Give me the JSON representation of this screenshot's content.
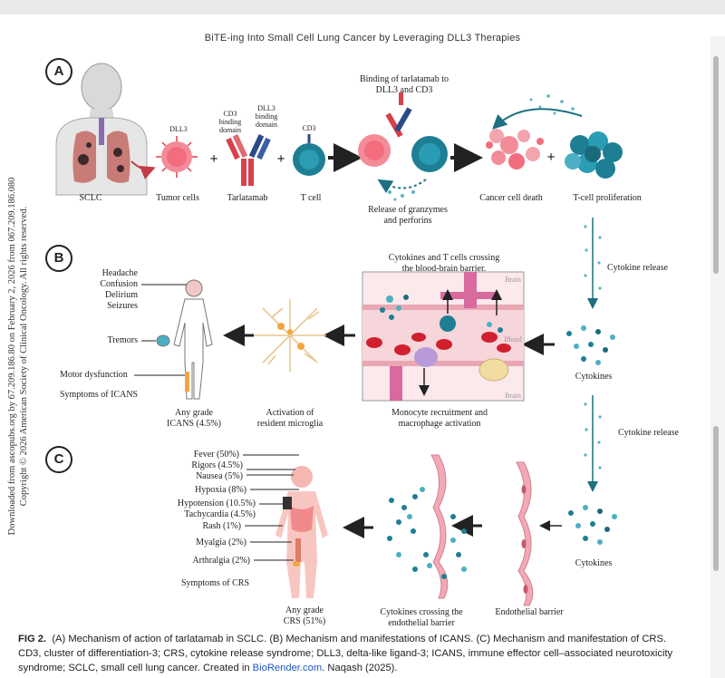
{
  "header": {
    "title": "BiTE-ing Into Small Cell Lung Cancer by Leveraging DLL3 Therapies"
  },
  "side_note": {
    "line1": "Downloaded from ascopubs.org by 67.209.186.80 on February 2, 2026 from 067.209.186.080",
    "line2": "Copyright © 2026 American Society of Clinical Oncology. All rights reserved."
  },
  "panelA": {
    "label": "A",
    "sclc": "SCLC",
    "dll3": "DLL3",
    "tumor_cells": "Tumor cells",
    "cd3_binding": "CD3 binding domain",
    "dll3_binding": "DLL3 binding domain",
    "tarlatamab": "Tarlatamab",
    "cd3": "CD3",
    "t_cell": "T cell",
    "binding_line1": "Binding of tarlatamab to",
    "binding_line2": "DLL3 and CD3",
    "release_line1": "Release of granzymes",
    "release_line2": "and perforins",
    "cancer_cell_death": "Cancer cell death",
    "t_cell_proliferation": "T-cell proliferation"
  },
  "panelB": {
    "label": "B",
    "cytokine_release": "Cytokine release",
    "bbb_line1": "Cytokines and T cells crossing",
    "bbb_line2": "the blood-brain barrier.",
    "brain_top": "Brain",
    "blood": "Blood",
    "brain_bottom": "Brain",
    "symptoms": [
      "Headache",
      "Confusion",
      "Delirium",
      "Seizures"
    ],
    "tremors": "Tremors",
    "motor": "Motor dysfunction",
    "symptoms_title": "Symptoms of ICANS",
    "any_grade": "Any grade",
    "icans_pct": "ICANS (4.5%)",
    "microglia_line1": "Activation of",
    "microglia_line2": "resident microglia",
    "monocyte_line1": "Monocyte recruitment and",
    "monocyte_line2": "macrophage activation",
    "cytokines": "Cytokines"
  },
  "panelC": {
    "label": "C",
    "cytokine_release": "Cytokine release",
    "symptoms": [
      "Fever (50%)",
      "Rigors (4.5%)",
      "Nausea (5%)",
      "Hypoxia (8%)",
      "Hypotension (10.5%)",
      "Tachycardia (4.5%)",
      "Rash (1%)",
      "Myalgia (2%)",
      "Arthralgia (2%)"
    ],
    "symptoms_title": "Symptoms of CRS",
    "any_grade": "Any grade",
    "crs_pct": "CRS (51%)",
    "crossing_line1": "Cytokines crossing the",
    "crossing_line2": "endothelial barrier",
    "endothelial": "Endothelial barrier",
    "cytokines": "Cytokines"
  },
  "caption": {
    "fig": "FIG 2.",
    "text1": "(A) Mechanism of action of tarlatamab in SCLC. (B) Mechanism and manifestations of ICANS. (C) Mechanism and manifestation of CRS.",
    "text2": "CD3, cluster of differentiation-3; CRS, cytokine release syndrome; DLL3, delta-like ligand-3; ICANS, immune effector cell–associated neurotoxicity",
    "text3a": "syndrome; SCLC, small cell lung cancer. Created in",
    "link": "BioRender.com",
    "text3b": ". Naqash (2025)."
  },
  "colors": {
    "tumor": "#f26d7d",
    "tcell": "#1e7f94",
    "antibody_red": "#d8404a",
    "antibody_blue": "#2a4a8a",
    "vessel": "#f2c2c8",
    "arrow": "#222222",
    "link": "#1f56c8"
  }
}
